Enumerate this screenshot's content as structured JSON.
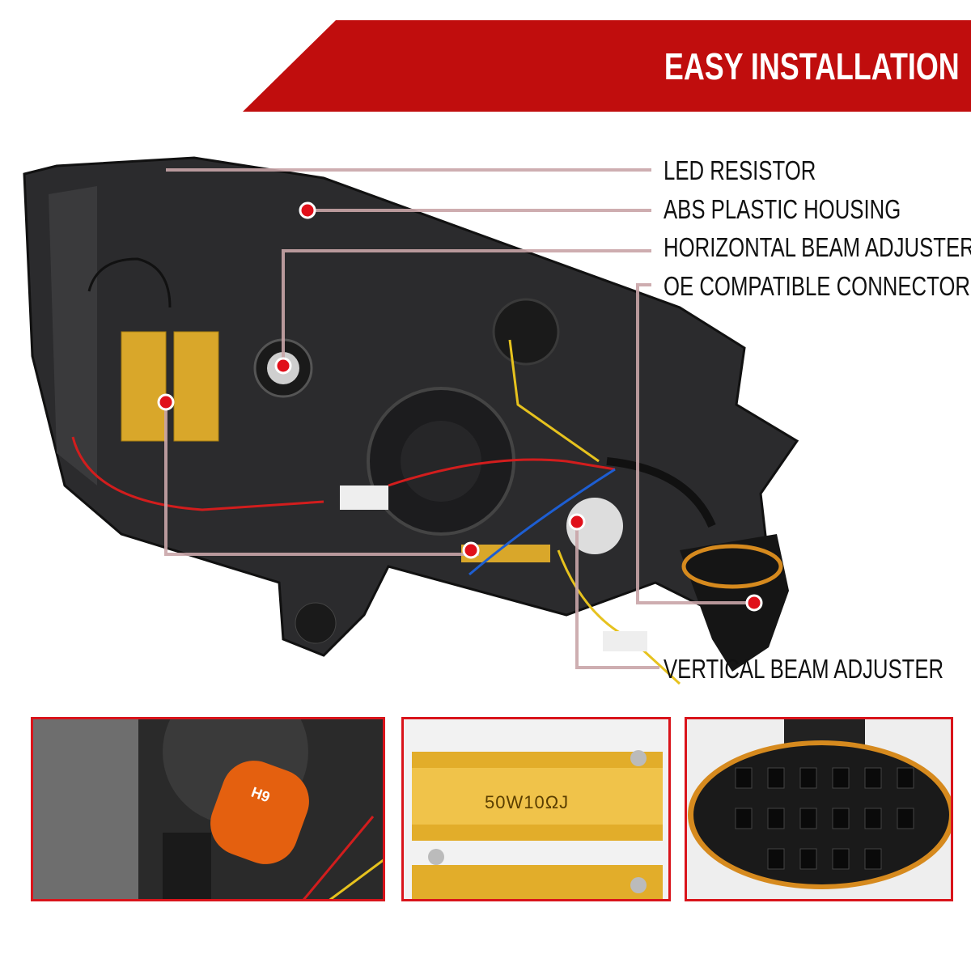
{
  "banner": {
    "title": "EASY INSTALLATION",
    "color": "#c00d0d"
  },
  "callouts": [
    {
      "label": "LED RESISTOR"
    },
    {
      "label": "ABS PLASTIC HOUSING"
    },
    {
      "label": "HORIZONTAL BEAM ADJUSTER"
    },
    {
      "label": "OE COMPATIBLE CONNECTOR"
    },
    {
      "label": "VERTICAL BEAM ADJUSTER"
    }
  ],
  "colors": {
    "marker": "#e0101a",
    "line": "#a9575e",
    "frame": "#d9141b"
  },
  "insets": [
    {
      "subject": "bulb",
      "print": "H9"
    },
    {
      "subject": "resistor",
      "print": "50W10ΩJ"
    },
    {
      "subject": "connector"
    }
  ]
}
